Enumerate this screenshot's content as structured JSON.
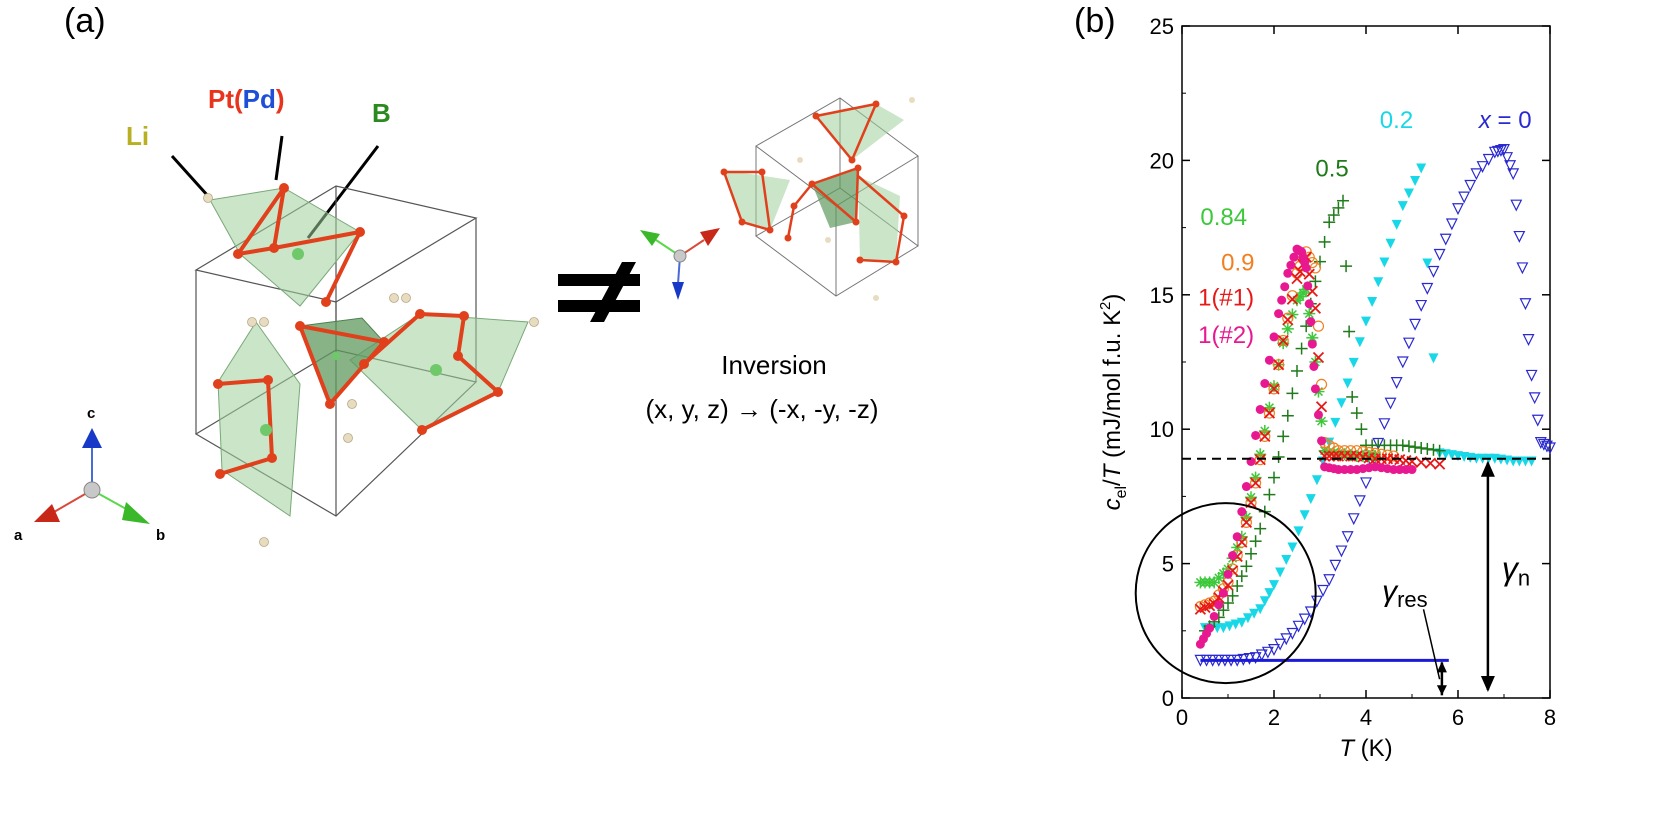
{
  "panel_a": {
    "label": "(a)",
    "element_labels": {
      "li": "Li",
      "pt": "Pt",
      "pd": "Pd",
      "b": "B",
      "open_paren": "(",
      "close_paren": ")"
    },
    "axis_labels": {
      "a": "a",
      "b": "b",
      "c": "c"
    },
    "not_equal_symbol": "≠",
    "inversion": {
      "title": "Inversion",
      "mapping": "(x, y, z) → (-x, -y, -z)"
    },
    "colors": {
      "li": "#b8b020",
      "pt": "#e8341c",
      "pd": "#1f4fd8",
      "b": "#2a8a1f",
      "polyhedra": "#9fcf9a"
    }
  },
  "panel_b": {
    "label": "(b)",
    "chart_data": {
      "type": "scatter",
      "xlabel": "T (K)",
      "ylabel": "c_el/T (mJ/mol f.u. K^2)",
      "xlim": [
        0,
        8
      ],
      "ylim": [
        0,
        25
      ],
      "xticks": [
        "0",
        "2",
        "4",
        "6",
        "8"
      ],
      "yticks": [
        "0",
        "5",
        "10",
        "15",
        "20",
        "25"
      ],
      "reference_lines": {
        "gamma_n": 8.9,
        "gamma_res": 1.4
      },
      "annotations": {
        "gamma_n": "γn",
        "gamma_res": "γres"
      },
      "series": [
        {
          "name": "x = 0",
          "color": "#2a2ad0",
          "marker": "triangle-down-open",
          "x": [
            0.4,
            0.8,
            1.2,
            1.6,
            2.0,
            2.4,
            2.8,
            3.2,
            3.6,
            4.0,
            4.4,
            4.8,
            5.2,
            5.6,
            6.0,
            6.4,
            6.8,
            7.0,
            7.2,
            7.4,
            7.6,
            7.8,
            8.0
          ],
          "y": [
            1.4,
            1.4,
            1.4,
            1.5,
            1.8,
            2.4,
            3.2,
            4.4,
            6.0,
            8.0,
            10.2,
            12.5,
            14.6,
            16.5,
            18.2,
            19.5,
            20.3,
            20.4,
            19.5,
            16.0,
            12.0,
            9.5,
            9.3
          ]
        },
        {
          "name": "0.2",
          "color": "#18d8e8",
          "marker": "triangle-down-filled",
          "x": [
            0.5,
            0.9,
            1.3,
            1.7,
            2.0,
            2.4,
            2.8,
            3.2,
            3.6,
            4.0,
            4.4,
            4.8,
            5.2,
            5.6,
            6.0,
            6.4,
            6.8,
            7.2,
            7.6
          ],
          "y": [
            2.6,
            2.6,
            2.8,
            3.3,
            4.2,
            5.6,
            7.4,
            9.5,
            11.7,
            14.0,
            16.2,
            18.3,
            19.7,
            9.1,
            9.0,
            8.9,
            8.9,
            8.8,
            8.8
          ]
        },
        {
          "name": "0.5",
          "color": "#1f7a1a",
          "marker": "plus",
          "x": [
            0.5,
            0.8,
            1.1,
            1.4,
            1.7,
            2.0,
            2.3,
            2.6,
            2.9,
            3.2,
            3.5,
            3.7,
            4.0,
            4.4,
            4.8,
            5.2,
            5.6
          ],
          "y": [
            2.5,
            3.0,
            3.8,
            4.9,
            6.3,
            8.2,
            10.5,
            13.0,
            15.5,
            17.7,
            18.5,
            11.2,
            9.4,
            9.4,
            9.4,
            9.3,
            9.2
          ]
        },
        {
          "name": "0.84",
          "color": "#3cc83a",
          "marker": "asterisk",
          "x": [
            0.4,
            0.7,
            1.0,
            1.3,
            1.6,
            1.9,
            2.2,
            2.5,
            2.7,
            2.9,
            3.1,
            3.4,
            3.8,
            4.2
          ],
          "y": [
            4.3,
            4.3,
            4.8,
            6.0,
            8.2,
            10.8,
            13.2,
            14.8,
            15.2,
            12.5,
            9.2,
            9.1,
            9.0,
            9.0
          ]
        },
        {
          "name": "0.9",
          "color": "#f08020",
          "marker": "circle-open",
          "x": [
            0.4,
            0.7,
            1.0,
            1.3,
            1.6,
            1.9,
            2.2,
            2.5,
            2.7,
            2.9,
            3.1,
            3.4,
            3.8,
            4.2,
            4.6
          ],
          "y": [
            3.4,
            3.6,
            4.3,
            5.8,
            8.0,
            10.6,
            13.3,
            15.8,
            16.6,
            16.0,
            9.5,
            9.2,
            9.2,
            9.1,
            9.0
          ]
        },
        {
          "name": "1(#1)",
          "color": "#e81818",
          "marker": "cross",
          "x": [
            0.4,
            0.7,
            1.0,
            1.3,
            1.6,
            1.9,
            2.2,
            2.5,
            2.7,
            2.9,
            3.1,
            3.4,
            3.8,
            4.2,
            4.6,
            5.0,
            5.6
          ],
          "y": [
            3.3,
            3.5,
            4.2,
            5.8,
            8.0,
            10.6,
            13.3,
            15.6,
            16.4,
            14.5,
            9.0,
            9.0,
            9.0,
            8.9,
            8.9,
            8.8,
            8.7
          ]
        },
        {
          "name": "1(#2)",
          "color": "#e81890",
          "marker": "circle-filled",
          "x": [
            0.4,
            0.6,
            0.9,
            1.2,
            1.5,
            1.8,
            2.1,
            2.3,
            2.5,
            2.6,
            2.7,
            2.8,
            2.9,
            3.1,
            3.4,
            3.8,
            4.2,
            4.6,
            5.0
          ],
          "y": [
            2.0,
            2.6,
            3.9,
            6.0,
            8.8,
            11.7,
            14.3,
            15.8,
            16.7,
            16.6,
            16.0,
            14.0,
            11.5,
            8.6,
            8.5,
            8.5,
            8.6,
            8.5,
            8.5
          ]
        }
      ]
    }
  }
}
